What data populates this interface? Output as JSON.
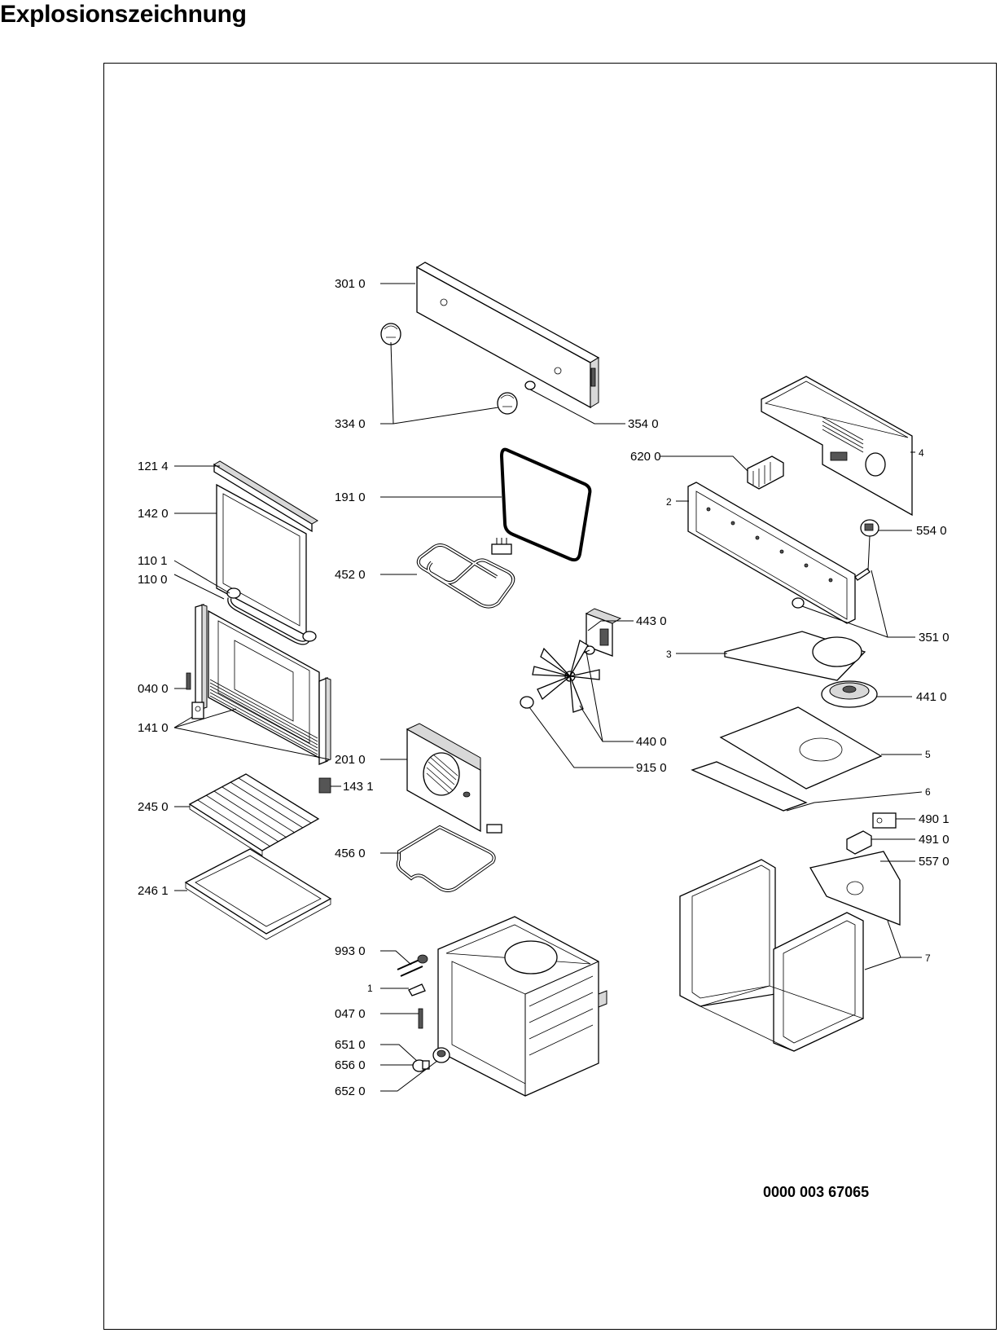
{
  "page": {
    "title": "Explosionszeichnung",
    "document_number": "0000 003 67065"
  },
  "callouts": {
    "c3010": "301 0",
    "c3340": "334 0",
    "c3540": "354 0",
    "c1214": "121 4",
    "c1910": "191 0",
    "c1420": "142 0",
    "c4520": "452 0",
    "c1101": "110 1",
    "c1100": "110 0",
    "c0400": "040 0",
    "c1410": "141 0",
    "c2010": "201 0",
    "c1431": "143 1",
    "c2450": "245 0",
    "c4560": "456 0",
    "c2461": "246 1",
    "c9930": "993 0",
    "c1": "1",
    "c0470": "047 0",
    "c6510": "651 0",
    "c6560": "656 0",
    "c6520": "652 0",
    "c4430": "443 0",
    "c4400": "440 0",
    "c9150": "915 0",
    "c6200": "620 0",
    "c4": "4",
    "c2": "2",
    "c5540": "554 0",
    "c3510": "351 0",
    "c3": "3",
    "c4410": "441 0",
    "c5": "5",
    "c6": "6",
    "c4901": "490 1",
    "c4910": "491 0",
    "c5570": "557 0",
    "c7": "7"
  }
}
